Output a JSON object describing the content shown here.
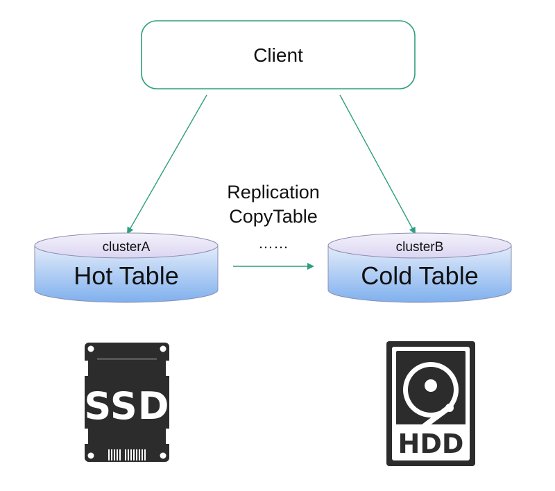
{
  "client": {
    "label": "Client"
  },
  "replication": {
    "line1": "Replication",
    "line2": "CopyTable",
    "ellipsis": "……"
  },
  "cluster_a": {
    "name": "clusterA",
    "table": "Hot Table"
  },
  "cluster_b": {
    "name": "clusterB",
    "table": "Cold Table"
  },
  "ssd": {
    "label": "SSD"
  },
  "hdd": {
    "label": "HDD"
  },
  "colors": {
    "accent": "#2e9e7f",
    "cylinder_top": "#e8e4f7",
    "cylinder_body_top": "#e4ecfa",
    "cylinder_body_bottom": "#7fb0ee",
    "device_dark": "#2c2c2c"
  }
}
